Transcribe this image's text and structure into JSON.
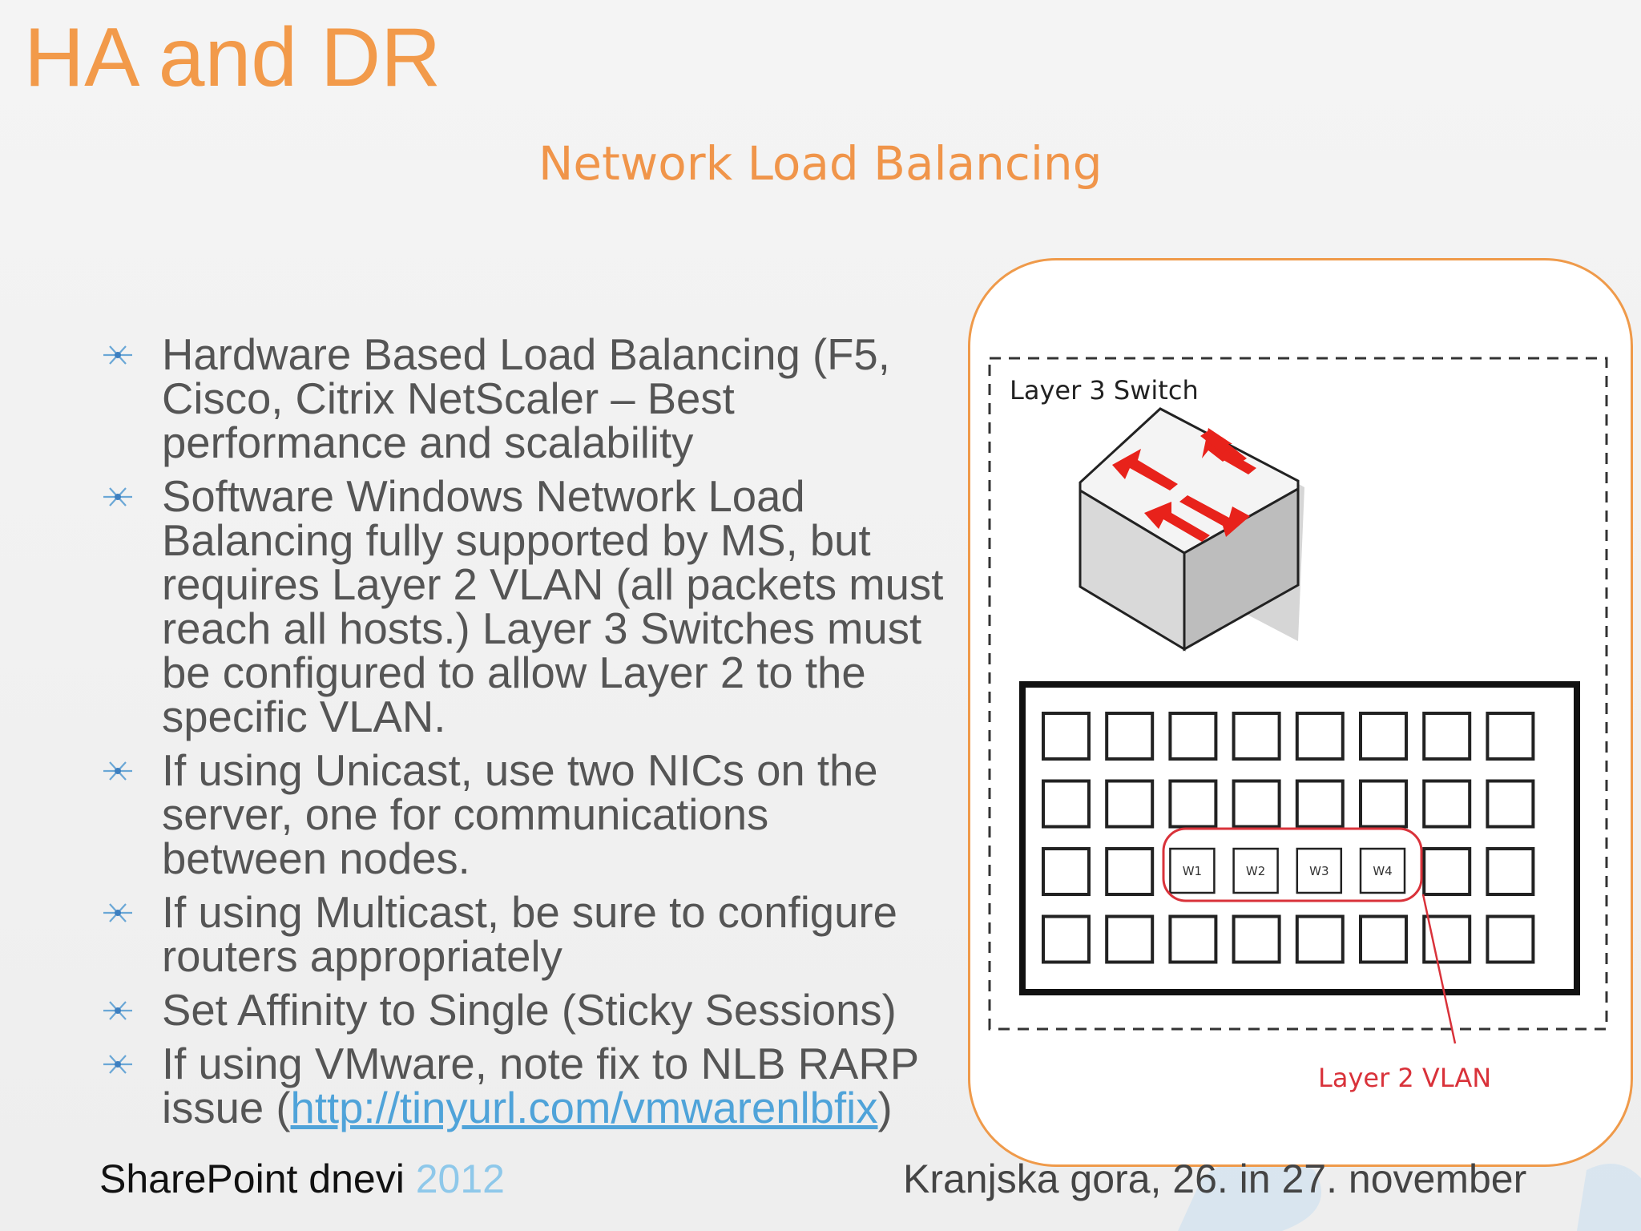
{
  "slide": {
    "title": "HA and DR",
    "subtitle": "Network Load Balancing",
    "bullets": [
      {
        "text": "Hardware Based Load Balancing (F5, Cisco, Citrix NetScaler – Best performance and scalability",
        "icon": "snowflake-bullet-icon"
      },
      {
        "text": "Software Windows Network Load Balancing fully supported by MS, but requires Layer 2 VLAN (all packets must reach all hosts.)  Layer 3 Switches must be configured to allow Layer 2 to the specific VLAN.",
        "icon": "snowflake-bullet-icon"
      },
      {
        "text": "If using Unicast, use two NICs on the server, one for communications between nodes.",
        "icon": "snowflake-bullet-icon"
      },
      {
        "text": "If using Multicast, be sure to configure routers appropriately",
        "icon": "snowflake-bullet-icon"
      },
      {
        "text": "Set Affinity to Single (Sticky Sessions)",
        "icon": "snowflake-bullet-icon"
      },
      {
        "text_before": "If using VMware, note fix to NLB RARP issue (",
        "link": "http://tinyurl.com/vmwarenlbfix",
        "text_after": ")",
        "icon": "snowflake-bullet-icon"
      }
    ],
    "footer": {
      "left": "SharePoint dnevi",
      "year": "2012",
      "right": "Kranjska gora, 26. in 27. november"
    }
  },
  "diagram": {
    "switch_label": "Layer 3 Switch",
    "vlan_label": "Layer 2 VLAN",
    "servers": [
      "W1",
      "W2",
      "W3",
      "W4"
    ],
    "grid_rows": 4,
    "grid_cols": 8
  },
  "colors": {
    "title": "#f29a4a",
    "accent_border": "#ef9a4a",
    "body_text": "#555555",
    "link": "#4fa3d9",
    "vlan_red": "#d9323a",
    "arrow_red": "#e8221b"
  }
}
